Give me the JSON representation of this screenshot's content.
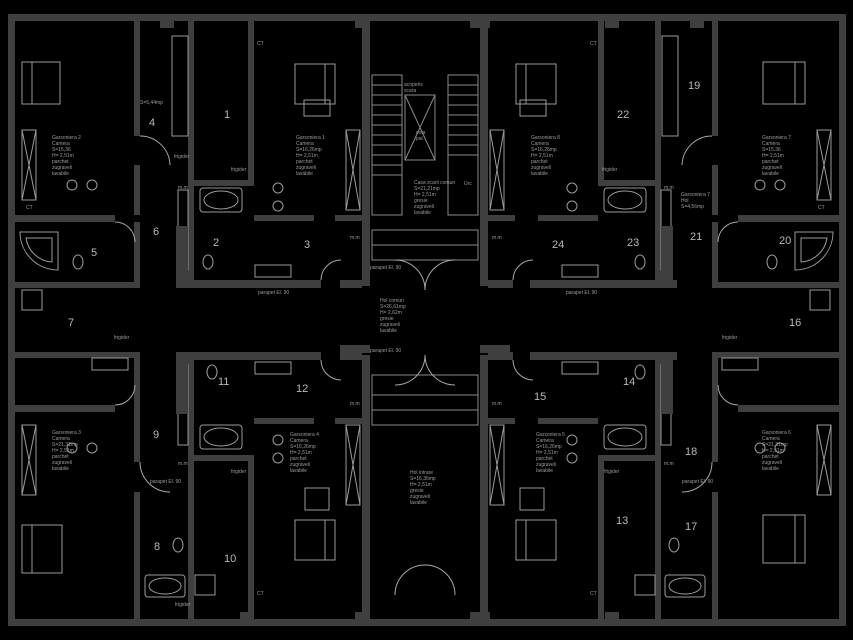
{
  "colors": {
    "background": "#000000",
    "wall": "#3f3f3f",
    "line": "#8a8a8a",
    "text": "#b8b8b8"
  },
  "room_numbers": [
    {
      "id": "r1",
      "text": "1"
    },
    {
      "id": "r2",
      "text": "2"
    },
    {
      "id": "r3",
      "text": "3"
    },
    {
      "id": "r4",
      "text": "4"
    },
    {
      "id": "r5",
      "text": "5"
    },
    {
      "id": "r6",
      "text": "6"
    },
    {
      "id": "r7",
      "text": "7"
    },
    {
      "id": "r8",
      "text": "8"
    },
    {
      "id": "r9",
      "text": "9"
    },
    {
      "id": "r10",
      "text": "10"
    },
    {
      "id": "r11",
      "text": "11"
    },
    {
      "id": "r12",
      "text": "12"
    },
    {
      "id": "r13",
      "text": "13"
    },
    {
      "id": "r14",
      "text": "14"
    },
    {
      "id": "r15",
      "text": "15"
    },
    {
      "id": "r16",
      "text": "16"
    },
    {
      "id": "r17",
      "text": "17"
    },
    {
      "id": "r18",
      "text": "18"
    },
    {
      "id": "r19",
      "text": "19"
    },
    {
      "id": "r20",
      "text": "20"
    },
    {
      "id": "r21",
      "text": "21"
    },
    {
      "id": "r22",
      "text": "22"
    },
    {
      "id": "r23",
      "text": "23"
    },
    {
      "id": "r24",
      "text": "24"
    }
  ],
  "room_notes": {
    "g2": "Garsoniera 2\nCamera\nS=15,36\nH= 2,51m\nparchet\nzugraveli\nlavabile",
    "g1": "Garsoniera 1\nCamera\nS=16,26mp\nH= 2,51m\nparchet\nzugraveli\nlavabile",
    "g8": "Garsoniera 8\nCamera\nS=16,26mp\nH= 2,51m\nparchet\nzugraveli\nlavabile",
    "g7": "Garsoniera 7\nCamera\nS=15,36\nH= 2,51m\nparchet\nzugraveli\nlavabile",
    "g3": "Garsoniera 3\nCamera\nS=21,31mp\nH= 2,51m\nparchet\nzugraveli\nlavabile",
    "g4": "Garsoniera 4\nCamera\nS=16,26mp\nH= 2,51m\nparchet\nzugraveli\nlavabile",
    "g5": "Garsoniera 5\nCamera\nS=16,26mp\nH= 2,51m\nparchet\nzugraveli\nlavabile",
    "g6": "Garsoniera 6\nCamera\nS=21,31mp\nH= 2,51m\nparchet\nzugraveli\nlavabile",
    "hol_comun": "Hol comun\nS=26,61mp\nH= 2,62m\ngresie\nzugraveli\nlavabile",
    "hol_intrare": "Hol intrare\nS=16,36mp\nH= 2,51m\ngresie\nzugraveli\nlavabile",
    "casa_scarii": "Casa scarii comun\nS=21,21mp\nH= 2,51m\ngresie\nzugraveli\nlavabile",
    "hol7": "Garsoniera 7\nHol\nS=4,56mp",
    "hol4": "S=5,44mp"
  },
  "tags": {
    "ct": "CT",
    "frigider": "frigider",
    "mm": "m.m",
    "urc": "Urc",
    "parapet": "parapet El. 90",
    "parapet_stairs": "parapet El. 90",
    "stair_top": "acoperis\nscara",
    "stair_mid": "cota\npal"
  }
}
